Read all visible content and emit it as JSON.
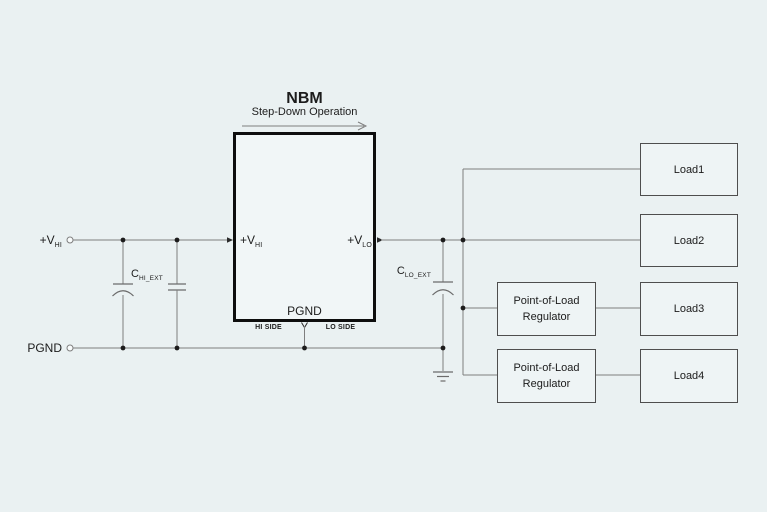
{
  "colors": {
    "bg": "#eaf1f2",
    "wire": "#7e7e7e",
    "comp": "#6b6b6b",
    "ink": "#1c1c1c",
    "module-border": "#0e0e0e",
    "module-fill": "#f1f6f7",
    "block-border": "#4e4e4e",
    "block-fill": "#eef4f5"
  },
  "header": {
    "title": "NBM",
    "subtitle": "Step-Down Operation"
  },
  "terminals": {
    "vhi_main": "+V",
    "vhi_sub": "HI",
    "pgnd": "PGND"
  },
  "capacitors": {
    "hi_main": "C",
    "hi_sub": "HI_EXT",
    "lo_main": "C",
    "lo_sub": "LO_EXT"
  },
  "module": {
    "pin_vhi_main": "+V",
    "pin_vhi_sub": "HI",
    "pin_vlo_main": "+V",
    "pin_vlo_sub": "LO",
    "pin_pgnd": "PGND",
    "hi_side": "HI SIDE",
    "lo_side": "LO SIDE"
  },
  "regulators": [
    {
      "line1": "Point-of-Load",
      "line2": "Regulator"
    },
    {
      "line1": "Point-of-Load",
      "line2": "Regulator"
    }
  ],
  "loads": [
    "Load1",
    "Load2",
    "Load3",
    "Load4"
  ]
}
